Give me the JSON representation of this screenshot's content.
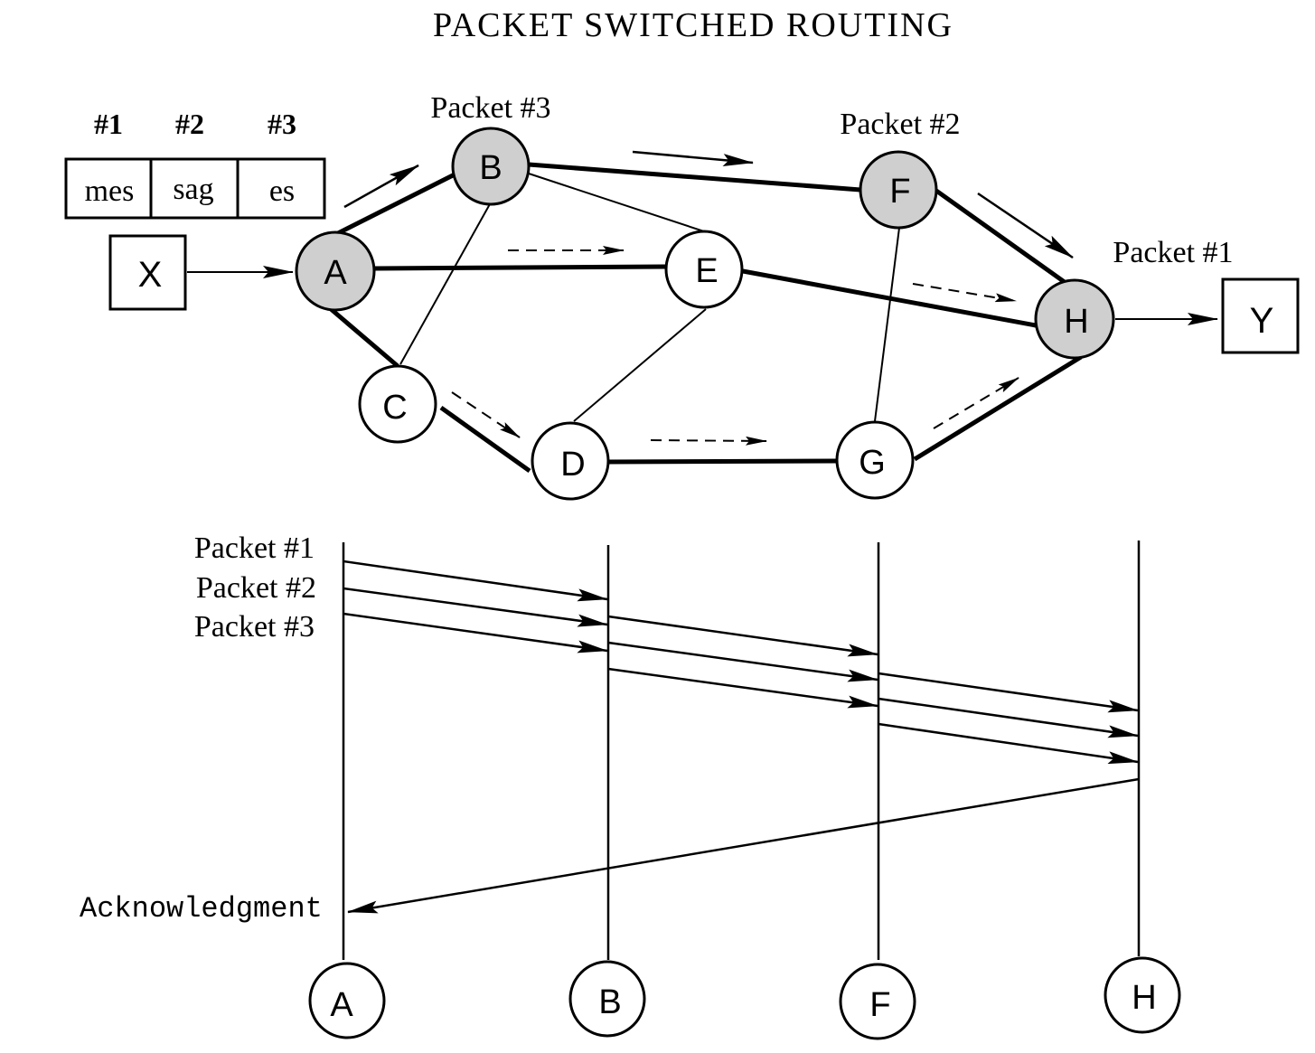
{
  "title": "PACKET SWITCHED ROUTING",
  "message": {
    "numbers": [
      "#1",
      "#2",
      "#3"
    ],
    "fragments": [
      "mes",
      "sag",
      "es"
    ]
  },
  "endpoints": {
    "source": "X",
    "destination": "Y"
  },
  "nodes": {
    "A": "A",
    "B": "B",
    "C": "C",
    "D": "D",
    "E": "E",
    "F": "F",
    "G": "G",
    "H": "H"
  },
  "packet_labels": {
    "packet3": "Packet #3",
    "packet2": "Packet #2",
    "packet1": "Packet #1"
  },
  "timing": {
    "packet_labels": [
      "Packet #1",
      "Packet #2",
      "Packet #3"
    ],
    "acknowledgment": "Acknowledgment",
    "stations": [
      "A",
      "B",
      "F",
      "H"
    ]
  },
  "colors": {
    "ink": "#000000",
    "node_shaded": "#cfcfcf",
    "node_plain": "#ffffff"
  }
}
